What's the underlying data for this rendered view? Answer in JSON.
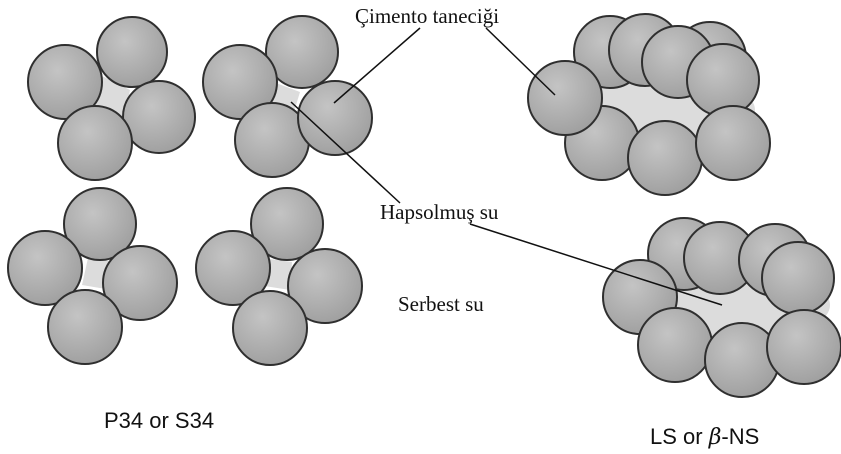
{
  "labels": {
    "cement_particle": "Çimento taneciği",
    "trapped_water": "Hapsolmuş su",
    "free_water": "Serbest su",
    "left_group": "P34 or S34",
    "right_group_prefix": "LS or ",
    "right_group_symbol": "β",
    "right_group_suffix": "-NS"
  },
  "colors": {
    "particle_fill": "#a9a9a9",
    "particle_stroke": "#2f2f2f",
    "trapped_water_fill": "#dcdcdc",
    "leader_line": "#111111"
  }
}
